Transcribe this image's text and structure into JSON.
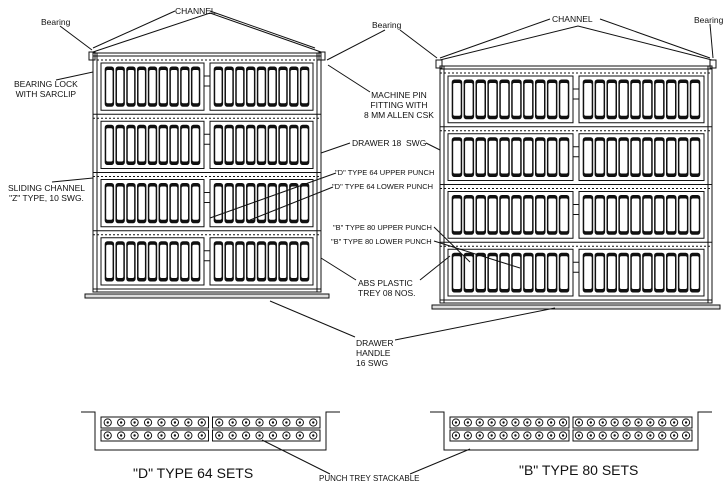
{
  "labels": {
    "channel_left": "CHANNEL",
    "channel_right": "CHANNEL",
    "bearing_left": "Bearing",
    "bearing_center": "Bearing",
    "bearing_right": "Bearing",
    "bearing_lock": "BEARING LOCK\nWITH SARCLIP",
    "machine_pin": "MACHINE PIN\nFITTING WITH\n8 MM ALLEN CSK",
    "drawer_18": "DRAWER 18  SWG",
    "d_upper": "\"D\" TYPE 64 UPPER PUNCH",
    "d_lower": "\"D\" TYPE 64 LOWER PUNCH",
    "sliding_channel": "SLIDING CHANNEL\n\"Z\" TYPE, 10 SWG.",
    "b_upper": "\"B\" TYPE 80 UPPER PUNCH",
    "b_lower": "\"B\" TYPE 80 LOWER PUNCH",
    "abs_plastic": "ABS PLASTIC\nTREY 08 NOS.",
    "drawer_handle": "DRAWER\nHANDLE\n16 SWG",
    "punch_trey": "PUNCH TREY STACKABLE",
    "d_sets": "\"D\" TYPE 64 SETS",
    "b_sets": "\"B\" TYPE 80 SETS"
  }
}
